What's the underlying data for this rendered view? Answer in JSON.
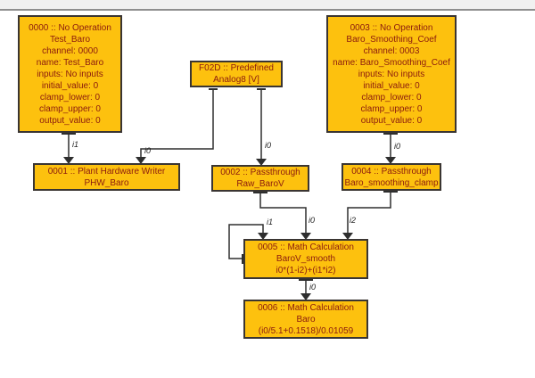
{
  "colors": {
    "node_fill": "#FDC10E",
    "node_border": "#3A3532",
    "node_text": "#8B1A0E",
    "edge_color": "#2E2E2E",
    "label_color": "#1F1F1F",
    "topbar_bg": "#F1F1F1",
    "topbar_border": "#8F8F8F",
    "canvas_bg": "#FFFFFF"
  },
  "nodes": [
    {
      "id": "0000",
      "type": "No Operation",
      "lines": [
        "0000 :: No Operation",
        "Test_Baro",
        "channel: 0000",
        "name: Test_Baro",
        "inputs: No inputs",
        "initial_value: 0",
        "clamp_lower: 0",
        "clamp_upper: 0",
        "output_value: 0"
      ]
    },
    {
      "id": "F02D",
      "type": "Predefined",
      "lines": [
        "F02D :: Predefined",
        "Analog8 [V]"
      ]
    },
    {
      "id": "0003",
      "type": "No Operation",
      "lines": [
        "0003 :: No Operation",
        "Baro_Smoothing_Coef",
        "channel: 0003",
        "name: Baro_Smoothing_Coef",
        "inputs: No inputs",
        "initial_value: 0",
        "clamp_lower: 0",
        "clamp_upper: 0",
        "output_value: 0"
      ]
    },
    {
      "id": "0001",
      "type": "Plant Hardware Writer",
      "lines": [
        "0001 :: Plant Hardware Writer",
        "PHW_Baro"
      ]
    },
    {
      "id": "0002",
      "type": "Passthrough",
      "lines": [
        "0002 :: Passthrough",
        "Raw_BaroV"
      ]
    },
    {
      "id": "0004",
      "type": "Passthrough",
      "lines": [
        "0004 :: Passthrough",
        "Baro_smoothing_clamp"
      ]
    },
    {
      "id": "0005",
      "type": "Math Calculation",
      "lines": [
        "0005 :: Math Calculation",
        "BaroV_smooth",
        "i0*(1-i2)+(i1*i2)"
      ]
    },
    {
      "id": "0006",
      "type": "Math Calculation",
      "lines": [
        "0006 :: Math Calculation",
        "Baro",
        "(i0/5.1+0.1518)/0.01059"
      ]
    }
  ],
  "edges": [
    {
      "label": "i1",
      "from": "0000",
      "to": "0001"
    },
    {
      "label": "i0",
      "from": "F02D",
      "to": "0001"
    },
    {
      "label": "i0",
      "from": "F02D",
      "to": "0002"
    },
    {
      "label": "i0",
      "from": "0003",
      "to": "0004"
    },
    {
      "label": "i0",
      "from": "0002",
      "to": "0005"
    },
    {
      "label": "i2",
      "from": "0004",
      "to": "0005"
    },
    {
      "label": "i1",
      "from": "0005",
      "to": "0005"
    },
    {
      "label": "i0",
      "from": "0005",
      "to": "0006"
    }
  ]
}
